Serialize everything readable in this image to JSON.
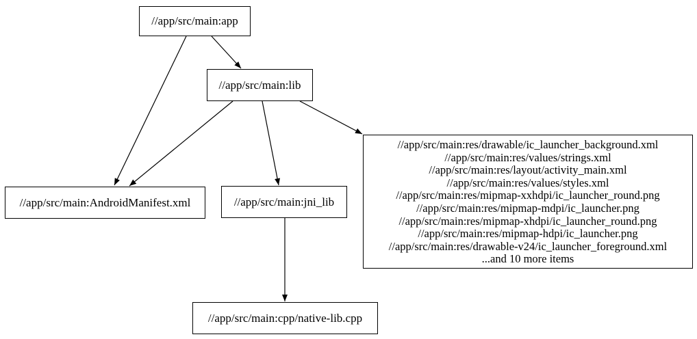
{
  "graph": {
    "type": "dependency-graph",
    "colors": {
      "background": "#ffffff",
      "node_border": "#000000",
      "edge": "#000000",
      "text": "#000000"
    },
    "nodes": [
      {
        "id": "app",
        "label": "//app/src/main:app"
      },
      {
        "id": "lib",
        "label": "//app/src/main:lib"
      },
      {
        "id": "manifest",
        "label": "//app/src/main:AndroidManifest.xml"
      },
      {
        "id": "jni_lib",
        "label": "//app/src/main:jni_lib"
      },
      {
        "id": "res_group",
        "lines": [
          "//app/src/main:res/drawable/ic_launcher_background.xml",
          "//app/src/main:res/values/strings.xml",
          "//app/src/main:res/layout/activity_main.xml",
          "//app/src/main:res/values/styles.xml",
          "//app/src/main:res/mipmap-xxhdpi/ic_launcher_round.png",
          "//app/src/main:res/mipmap-mdpi/ic_launcher.png",
          "//app/src/main:res/mipmap-xhdpi/ic_launcher_round.png",
          "//app/src/main:res/mipmap-hdpi/ic_launcher.png",
          "//app/src/main:res/drawable-v24/ic_launcher_foreground.xml",
          "...and 10 more items"
        ]
      },
      {
        "id": "native_lib_cpp",
        "label": "//app/src/main:cpp/native-lib.cpp"
      }
    ],
    "edges": [
      {
        "from": "//app/src/main:app",
        "to": "//app/src/main:AndroidManifest.xml"
      },
      {
        "from": "//app/src/main:app",
        "to": "//app/src/main:lib"
      },
      {
        "from": "//app/src/main:lib",
        "to": "//app/src/main:AndroidManifest.xml"
      },
      {
        "from": "//app/src/main:lib",
        "to": "//app/src/main:jni_lib"
      },
      {
        "from": "//app/src/main:lib",
        "to": "res_group"
      },
      {
        "from": "//app/src/main:jni_lib",
        "to": "//app/src/main:cpp/native-lib.cpp"
      }
    ]
  }
}
